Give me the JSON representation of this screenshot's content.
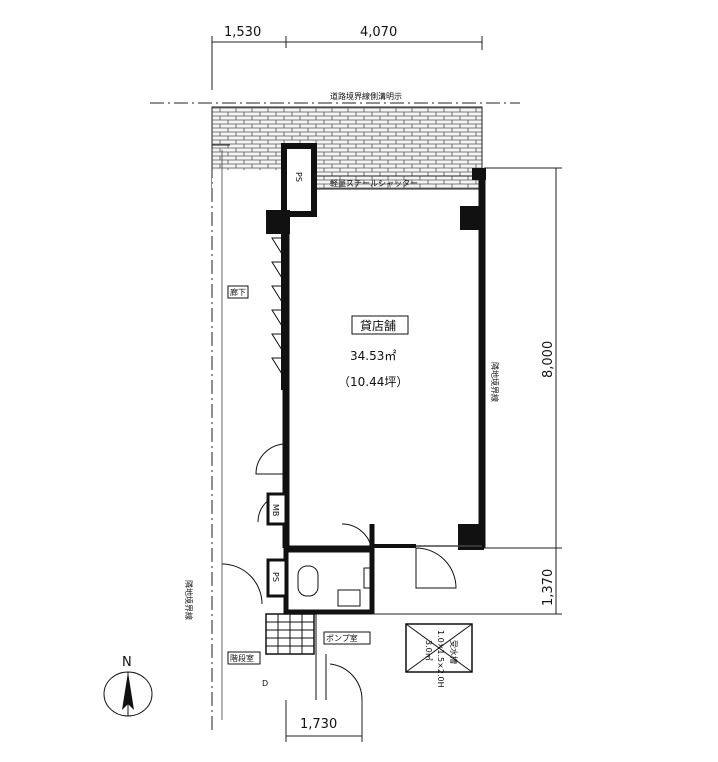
{
  "dimensions": {
    "top_left": "1,530",
    "top_right": "4,070",
    "right_main": "8,000",
    "right_lower": "1,370",
    "bottom": "1,730"
  },
  "labels": {
    "road_boundary": "道路境界線側溝明示",
    "shutter": "軽量スチールシャッター",
    "ps_top": "PS",
    "corridor": "廊下",
    "store_name": "貸店舗",
    "store_area": "34.53㎡",
    "store_tsubo": "（10.44坪）",
    "right_boundary": "隣地境界線",
    "left_boundary": "隣地境界線",
    "mb": "MB",
    "ps_lower": "PS",
    "pump_room": "ポンプ室",
    "stairs_label": "階段室",
    "d_label": "D",
    "water_tank": "受水槽",
    "water_tank_spec": "1.0×1.5×2.0H",
    "water_tank_capacity": "3.0㎥",
    "north": "N"
  },
  "colors": {
    "wall": "#111111",
    "line": "#222222",
    "background": "#ffffff"
  }
}
